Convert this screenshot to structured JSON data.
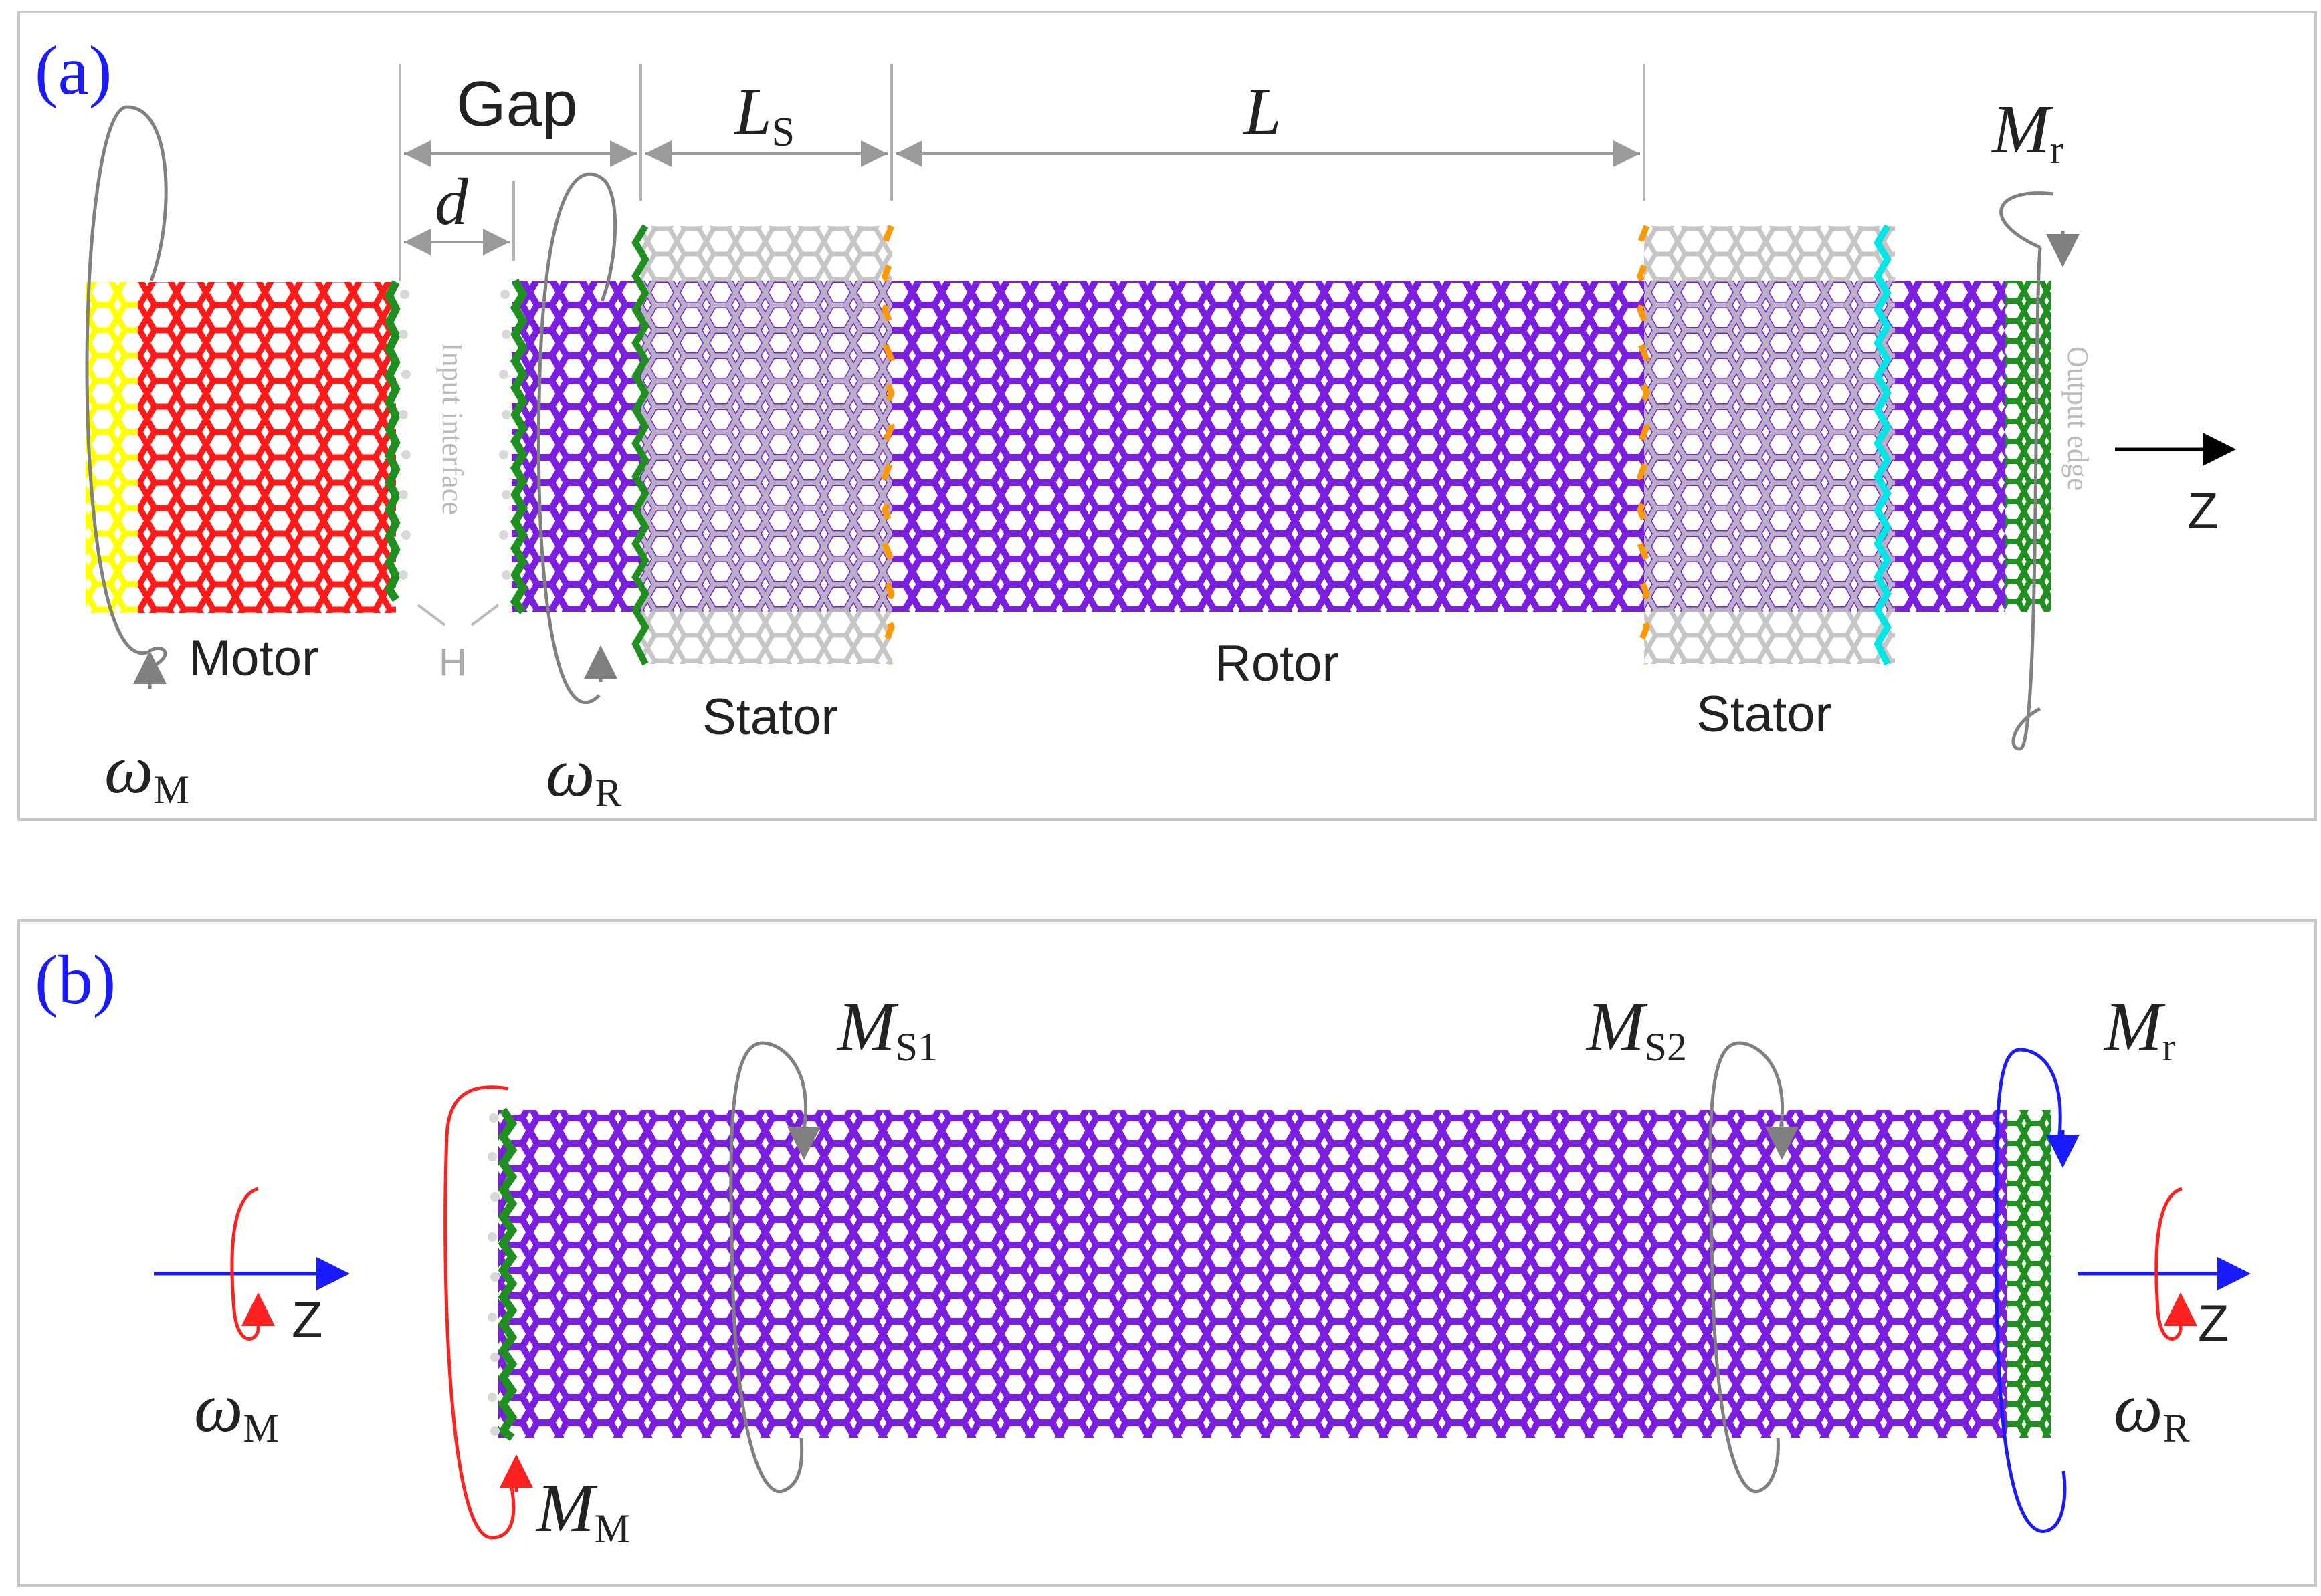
{
  "panel_a": {
    "tag": "(a)",
    "gap_label": "Gap",
    "ls_main": "L",
    "ls_sub": "S",
    "l_label": "L",
    "d_label": "d",
    "mr_main": "M",
    "mr_sub": "r",
    "input_interface": "Input interface",
    "output_edge": "Output edge",
    "z_label": "Z",
    "motor_label": "Motor",
    "h_label": "H",
    "stator_left_label": "Stator",
    "rotor_label": "Rotor",
    "stator_right_label": "Stator",
    "omega_m_main": "ω",
    "omega_m_sub": "M",
    "omega_r_main": "ω",
    "omega_r_sub": "R"
  },
  "panel_b": {
    "tag": "(b)",
    "ms1_main": "M",
    "ms1_sub": "S1",
    "ms2_main": "M",
    "ms2_sub": "S2",
    "mr_main": "M",
    "mr_sub": "r",
    "mm_main": "M",
    "mm_sub": "M",
    "z_left": "Z",
    "z_right": "Z",
    "omega_m_main": "ω",
    "omega_m_sub": "M",
    "omega_r_main": "ω",
    "omega_r_sub": "R"
  },
  "colors": {
    "tag": "#1a1aff",
    "frame": "#c8c8c8",
    "motor": "#ff1a1a",
    "motor_end": "#ffff00",
    "rotor": "#7a1fe0",
    "stator": "#c0c0c0",
    "edge_green": "#1f8f1f",
    "edge_orange": "#ff9900",
    "edge_cyan": "#00e5e5",
    "arrow_gray": "#808080",
    "arrow_red": "#ff2020",
    "arrow_blue": "#1a1aff",
    "text": "#222222",
    "faint": "#bbbbbb"
  }
}
